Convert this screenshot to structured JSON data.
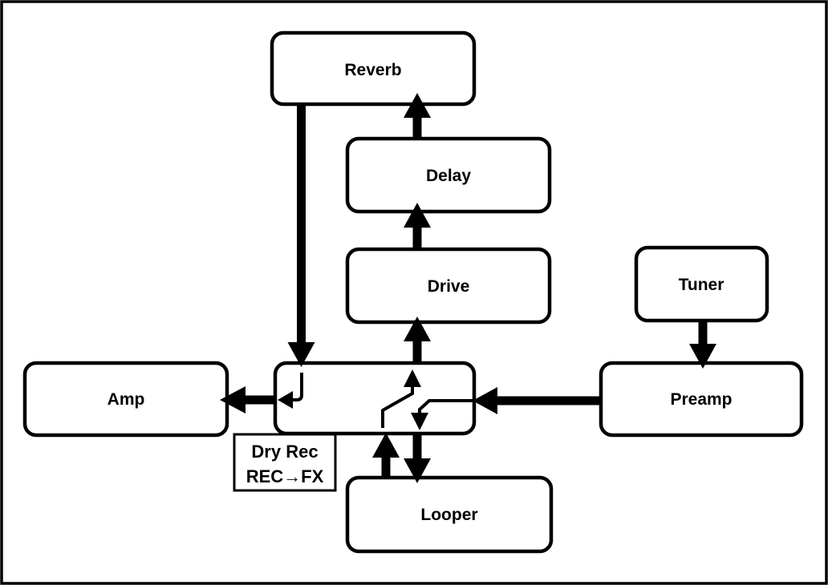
{
  "colors": {
    "ink": "#000000",
    "paper": "#ffffff"
  },
  "nodes": {
    "reverb": {
      "label": "Reverb"
    },
    "delay": {
      "label": "Delay"
    },
    "drive": {
      "label": "Drive"
    },
    "tuner": {
      "label": "Tuner"
    },
    "amp": {
      "label": "Amp"
    },
    "switcher": {
      "label": ""
    },
    "preamp": {
      "label": "Preamp"
    },
    "looper": {
      "label": "Looper"
    }
  },
  "annotation": {
    "line1": "Dry Rec",
    "line2": "REC→FX"
  },
  "edges": [
    {
      "from": "reverb",
      "to": "switcher",
      "style": "thick",
      "direction": "down"
    },
    {
      "from": "delay",
      "to": "reverb",
      "style": "thick",
      "direction": "up"
    },
    {
      "from": "drive",
      "to": "delay",
      "style": "thick",
      "direction": "up"
    },
    {
      "from": "switcher",
      "to": "drive",
      "style": "thick",
      "direction": "up"
    },
    {
      "from": "tuner",
      "to": "preamp",
      "style": "thick",
      "direction": "down"
    },
    {
      "from": "preamp",
      "to": "switcher",
      "style": "thick",
      "direction": "left"
    },
    {
      "from": "switcher",
      "to": "amp",
      "style": "thick",
      "direction": "left"
    },
    {
      "from": "switcher",
      "to": "looper",
      "style": "thick",
      "direction": "down",
      "role": "send"
    },
    {
      "from": "looper",
      "to": "switcher",
      "style": "thick",
      "direction": "up",
      "role": "return"
    },
    {
      "from": "reverb-input",
      "to": "amp-output",
      "style": "thin-internal",
      "within": "switcher"
    },
    {
      "from": "looper-return",
      "to": "fx-send",
      "style": "thin-internal",
      "within": "switcher"
    },
    {
      "from": "preamp-input",
      "to": "looper-send",
      "style": "thin-internal",
      "within": "switcher"
    }
  ]
}
